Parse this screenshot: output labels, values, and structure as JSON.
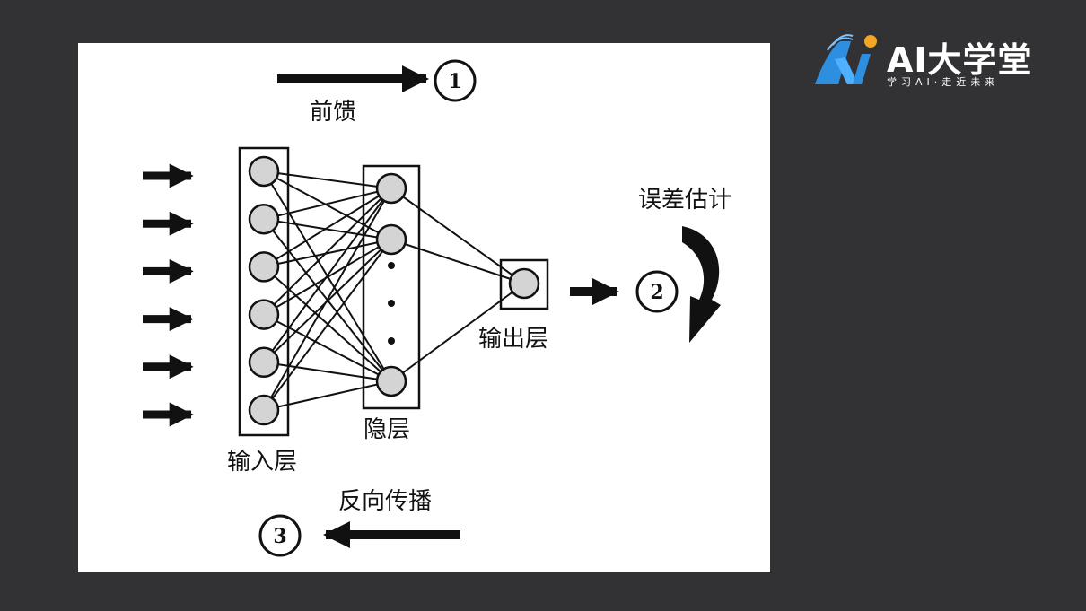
{
  "logo": {
    "title": "AI大学堂",
    "slogan": "学习AI·走近未来",
    "colors": {
      "blue": "#2e8fe0",
      "orange": "#f5a623",
      "text": "#ffffff"
    }
  },
  "diagram": {
    "feedforward_label": "前馈",
    "error_estimation_label": "误差估计",
    "backpropagation_label": "反向传播",
    "input_layer_label": "输入层",
    "hidden_layer_label": "隐层",
    "output_layer_label": "输出层",
    "step_1": "1",
    "step_2": "2",
    "step_3": "3",
    "input_neuron_count": 6,
    "hidden_neurons_drawn": 3,
    "output_neuron_count": 1,
    "colors": {
      "neuron_fill": "#d4d4d4",
      "stroke": "#111111",
      "background": "#323235"
    }
  }
}
